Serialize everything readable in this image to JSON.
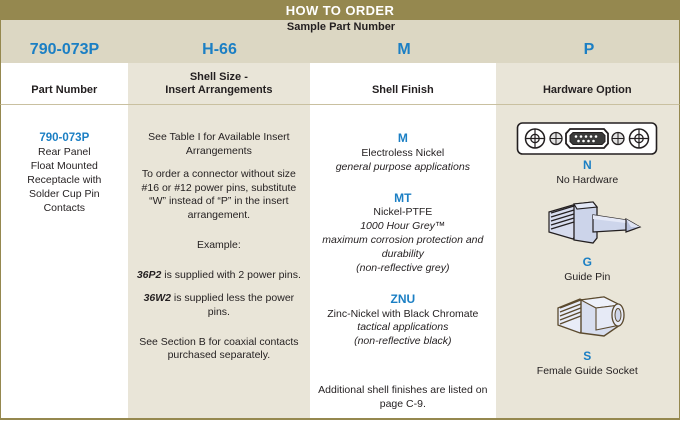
{
  "title": "HOW TO ORDER",
  "sample": {
    "label": "Sample Part Number",
    "codes": [
      "790-073P",
      "H-66",
      "M",
      "P"
    ]
  },
  "columns": {
    "headers": [
      "Part Number",
      "Shell Size -\nInsert Arrangements",
      "Shell Finish",
      "Hardware Option"
    ],
    "header_line1": [
      "",
      "Shell Size -",
      "",
      ""
    ],
    "header_line2": [
      "Part Number",
      "Insert Arrangements",
      "Shell Finish",
      "Hardware Option"
    ]
  },
  "part_number": {
    "code": "790-073P",
    "description_lines": [
      "Rear Panel",
      "Float Mounted",
      "Receptacle with",
      "Solder Cup Pin",
      "Contacts"
    ]
  },
  "shell_size": {
    "para1": "See Table I for Available Insert Arrangements",
    "para2": "To order a connector without size #16 or #12 power pins, substitute “W” instead of “P” in the insert arrangement.",
    "example_label": "Example:",
    "example1_code": "36P2",
    "example1_text": " is supplied with 2 power pins.",
    "example2_code": "36W2",
    "example2_text": " is supplied less the power pins.",
    "para3": "See Section B for coaxial contacts purchased separately."
  },
  "shell_finish": {
    "options": [
      {
        "code": "M",
        "name": "Electroless Nickel",
        "notes": [
          "general purpose applications"
        ]
      },
      {
        "code": "MT",
        "name": "Nickel-PTFE",
        "notes": [
          "1000 Hour Grey™",
          "maximum corrosion protection and durability",
          "(non-reflective grey)"
        ]
      },
      {
        "code": "ZNU",
        "name": "Zinc-Nickel with Black Chromate",
        "notes": [
          "tactical applications",
          "(non-reflective black)"
        ]
      }
    ],
    "footnote": "Additional shell finishes are listed on page C-9."
  },
  "hardware_option": {
    "options": [
      {
        "code": "N",
        "name": "No Hardware",
        "art": "dsub-connector-no-hardware-icon"
      },
      {
        "code": "G",
        "name": "Guide Pin",
        "art": "guide-pin-icon"
      },
      {
        "code": "S",
        "name": "Female Guide Socket",
        "art": "female-guide-socket-icon"
      }
    ]
  },
  "colors": {
    "header_bar": "#95884f",
    "sample_band": "#dcd7c3",
    "shaded_column": "#e9e5d8",
    "accent_blue": "#1b7fc4",
    "text": "#231f20"
  }
}
